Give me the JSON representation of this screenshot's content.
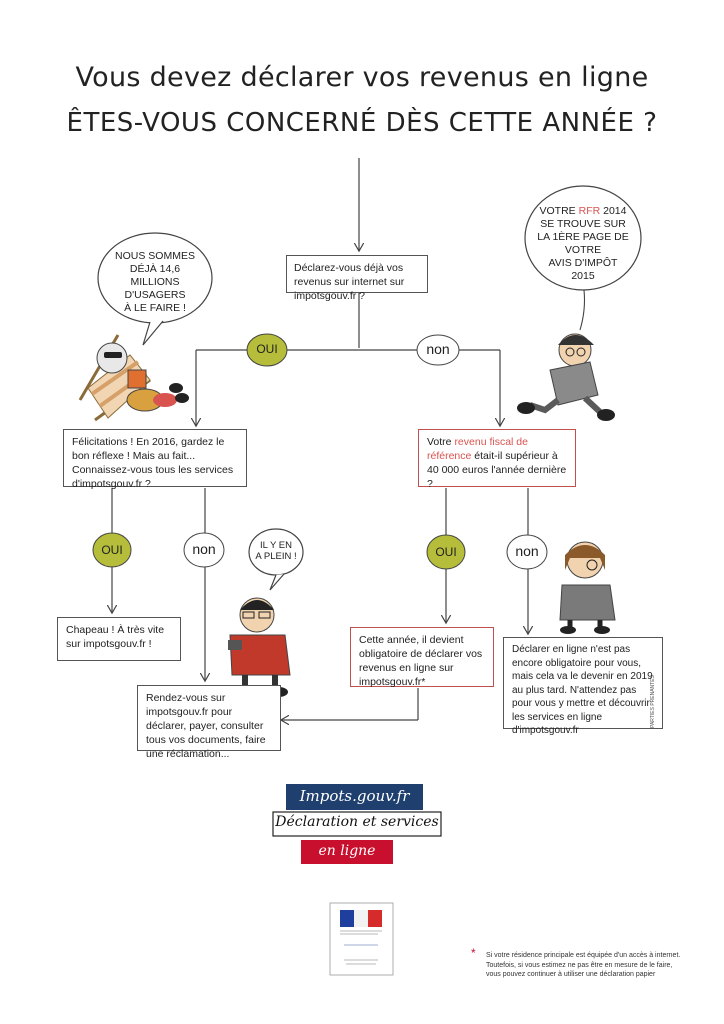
{
  "title": {
    "line1": "Vous devez déclarer vos revenus en ligne",
    "line2": "ÊTES-VOUS CONCERNÉ DÈS CETTE ANNÉE ?"
  },
  "start_question": "Déclarez-vous déjà vos revenus sur internet sur impotsgouv.fr ?",
  "left_bubble": [
    "NOUS SOMMES",
    "DÉJÀ 14,6 MILLIONS",
    "D'USAGERS",
    "À LE FAIRE !"
  ],
  "right_bubble": {
    "l1_prefix": "VOTRE ",
    "l1_highlight": "RFR",
    "l1_suffix": " 2014",
    "l2": "SE TROUVE SUR",
    "l3": "LA 1ÈRE PAGE DE VOTRE",
    "l4": "AVIS D'IMPÔT",
    "l5": "2015"
  },
  "choices": {
    "oui_top": "OUI",
    "non_top": "non",
    "oui_left": "OUI",
    "non_left": "non",
    "oui_right": "OUI",
    "non_right": "non"
  },
  "felicitations": "Félicitations ! En 2016, gardez le bon réflexe ! Mais au fait... Connaissez-vous tous les services d'impotsgouv.fr ?",
  "rfr_question": {
    "prefix": "Votre ",
    "highlight": "revenu fiscal de référence",
    "suffix": " était-il supérieur à 40 000 euros l'année dernière ?"
  },
  "small_bubble": [
    "IL Y EN",
    "A PLEIN !"
  ],
  "chapeau": "Chapeau ! À très vite sur impotsgouv.fr !",
  "obligatoire": "Cette année, il devient obligatoire de déclarer vos revenus en ligne sur impotsgouv.fr*",
  "pas_encore": "Déclarer en ligne n'est pas encore obligatoire pour vous, mais cela va le devenir en 2019 au plus tard. N'attendez pas pour vous y mettre et découvrir les services en ligne d'impotsgouv.fr",
  "rendez_vous": "Rendez-vous sur impotsgouv.fr pour déclarer, payer, consulter tous vos documents, faire une réclamation...",
  "logo": {
    "line1": "Impots.gouv.fr",
    "line2": "Déclaration et services",
    "line3": "en ligne"
  },
  "footnote_star": "*",
  "footnote": [
    "Si votre résidence principale est équipée d'un accès à internet.",
    "Toutefois, si vous estimez ne pas être en mesure de le faire,",
    "vous pouvez continuer à utiliser une déclaration papier"
  ],
  "side_credit": "PARTIES PRENANTES",
  "colors": {
    "oui_fill": "#b5bd3a",
    "red": "#c0504d",
    "logo_blue": "#1f3f6e",
    "logo_red": "#c8102e"
  }
}
